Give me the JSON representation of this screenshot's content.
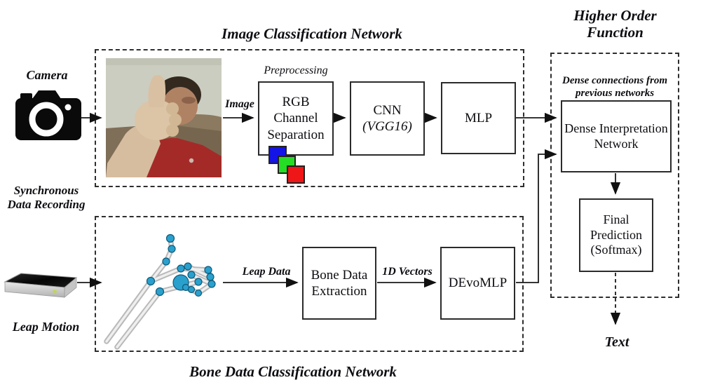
{
  "diagram": {
    "image_network": {
      "title": "Image Classification Network",
      "preprocessing": "Preprocessing",
      "image_label": "Image",
      "rgb_line1": "RGB Channel",
      "rgb_line2": "Separation",
      "cnn_line1": "CNN",
      "cnn_line2": "(VGG16)",
      "mlp": "MLP"
    },
    "bone_network": {
      "title": "Bone Data Classification Network",
      "leap_data_label": "Leap Data",
      "bone_line1": "Bone Data",
      "bone_line2": "Extraction",
      "vectors_label": "1D Vectors",
      "devomlp": "DEvoMLP"
    },
    "higher_order": {
      "title_line1": "Higher Order",
      "title_line2": "Function",
      "note_line1": "Dense connections from",
      "note_line2": "previous networks",
      "dense_line1": "Dense Interpretation",
      "dense_line2": "Network",
      "final_line1": "Final",
      "final_line2": "Prediction",
      "final_line3": "(Softmax)",
      "output_label": "Text"
    },
    "inputs": {
      "camera_label": "Camera",
      "sync_line1": "Synchronous",
      "sync_line2": "Data Recording",
      "leap_label": "Leap Motion"
    },
    "icons": {
      "camera": "camera-icon",
      "leap_device": "leap-motion-device",
      "photo": "thumbs-up-webcam-photo",
      "hand": "leap-hand-skeleton"
    },
    "colors": {
      "rgb_blue": "#1414e6",
      "rgb_green": "#24dd24",
      "rgb_red": "#ee1616",
      "joint_teal": "#2aa0cd",
      "line_black": "#1a1a1a"
    }
  }
}
